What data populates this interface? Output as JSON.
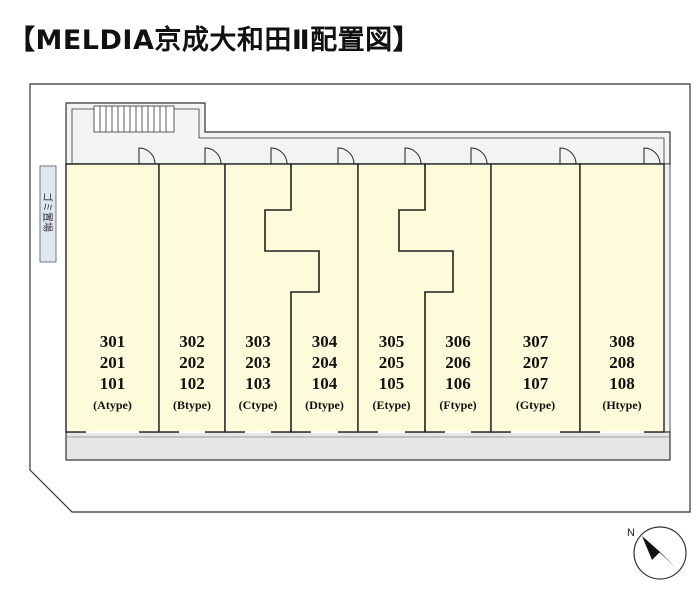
{
  "title": "【MELDIA京成大和田Ⅱ配置図】",
  "garbage_label": "ゴミ置場",
  "north_label": "N",
  "units": [
    {
      "lines": [
        "301",
        "201",
        "101"
      ],
      "type": "(Atype)"
    },
    {
      "lines": [
        "302",
        "202",
        "102"
      ],
      "type": "(Btype)"
    },
    {
      "lines": [
        "303",
        "203",
        "103"
      ],
      "type": "(Ctype)"
    },
    {
      "lines": [
        "304",
        "204",
        "104"
      ],
      "type": "(Dtype)"
    },
    {
      "lines": [
        "305",
        "205",
        "105"
      ],
      "type": "(Etype)"
    },
    {
      "lines": [
        "306",
        "206",
        "106"
      ],
      "type": "(Ftype)"
    },
    {
      "lines": [
        "307",
        "207",
        "107"
      ],
      "type": "(Gtype)"
    },
    {
      "lines": [
        "308",
        "208",
        "108"
      ],
      "type": "(Htype)"
    }
  ],
  "colors": {
    "unit_fill": "#fdfbd9",
    "line": "#222222",
    "corridor": "#e6e6e6",
    "site": "#ffffff"
  }
}
